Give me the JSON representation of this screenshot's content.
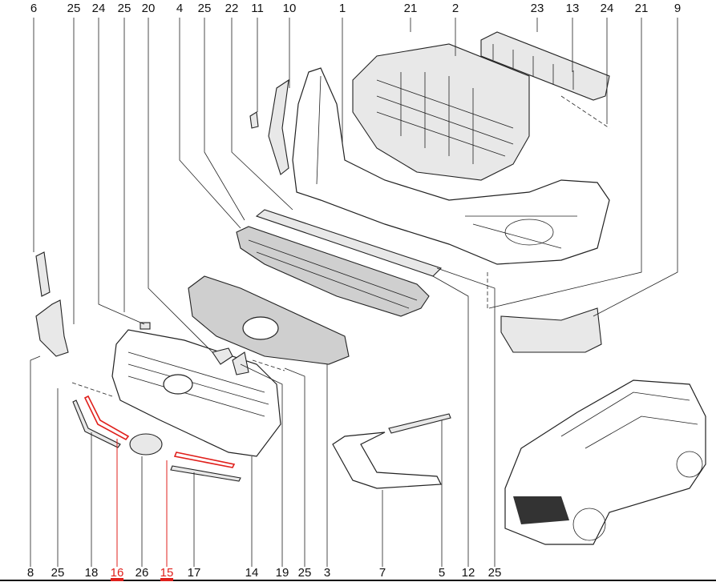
{
  "diagram": {
    "top_labels": [
      "6",
      "25",
      "24",
      "25",
      "20",
      "4",
      "25",
      "22",
      "11",
      "10",
      "1",
      "21",
      "2",
      "23",
      "13",
      "24",
      "21",
      "9"
    ],
    "bottom_labels": [
      "8",
      "25",
      "18",
      "16",
      "26",
      "15",
      "17",
      "14",
      "19",
      "25",
      "3",
      "7",
      "5",
      "12",
      "25"
    ],
    "highlighted_labels": [
      "16",
      "15"
    ],
    "highlight_color": "#e0201c"
  }
}
